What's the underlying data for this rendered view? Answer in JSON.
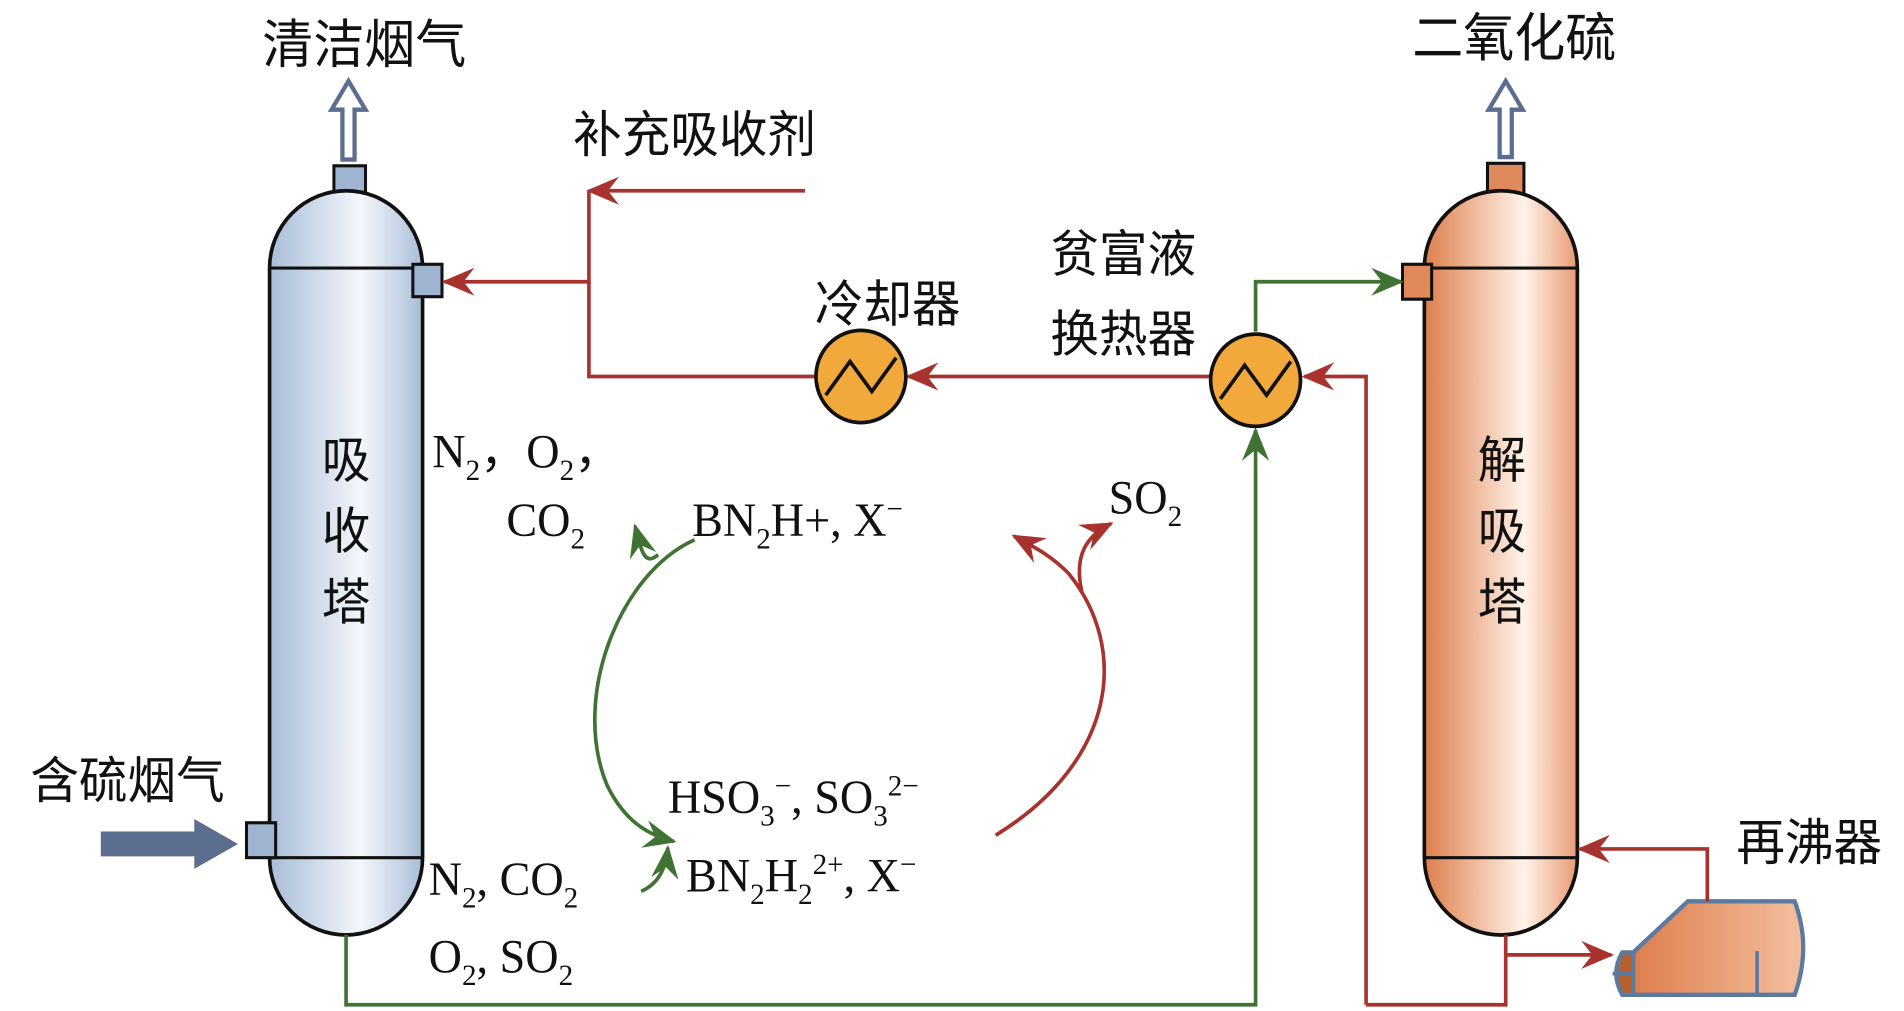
{
  "labels": {
    "clean_gas": "清洁烟气",
    "sulfur_dioxide": "二氧化硫",
    "makeup_absorbent": "补充吸收剂",
    "cooler": "冷却器",
    "heat_exchanger_line1": "贫富液",
    "heat_exchanger_line2": "换热器",
    "absorber": [
      "吸",
      "收",
      "塔"
    ],
    "desorber": [
      "解",
      "吸",
      "塔"
    ],
    "sulfur_flue_gas": "含硫烟气",
    "reboiler": "再沸器"
  },
  "chemistry": {
    "top_gas_line1": [
      "N",
      "2",
      "，",
      "O",
      "2",
      "，"
    ],
    "top_gas_line2": [
      "CO",
      "2"
    ],
    "lean_species": [
      "BN",
      "2",
      "H+,  X",
      "−"
    ],
    "so2_release": [
      "SO",
      "2"
    ],
    "rich_species_line1": [
      "HSO",
      "3",
      "−",
      ",  SO",
      "3",
      "2−"
    ],
    "rich_species_line2": [
      "BN",
      "2",
      "H",
      "2",
      "2+",
      ",  X",
      "−"
    ],
    "bottom_gas_line1": [
      "N",
      "2",
      ", CO",
      "2"
    ],
    "bottom_gas_line2": [
      "O",
      "2",
      ", SO",
      "2"
    ]
  },
  "colors": {
    "rich_line": "#a8322d",
    "lean_line": "#3f7233",
    "absorber_fill": "#b7c8de",
    "desorber_fill": "#e08a5c",
    "exchanger_fill": "#f2a93b",
    "gas_arrow": "#5b6e8f"
  }
}
